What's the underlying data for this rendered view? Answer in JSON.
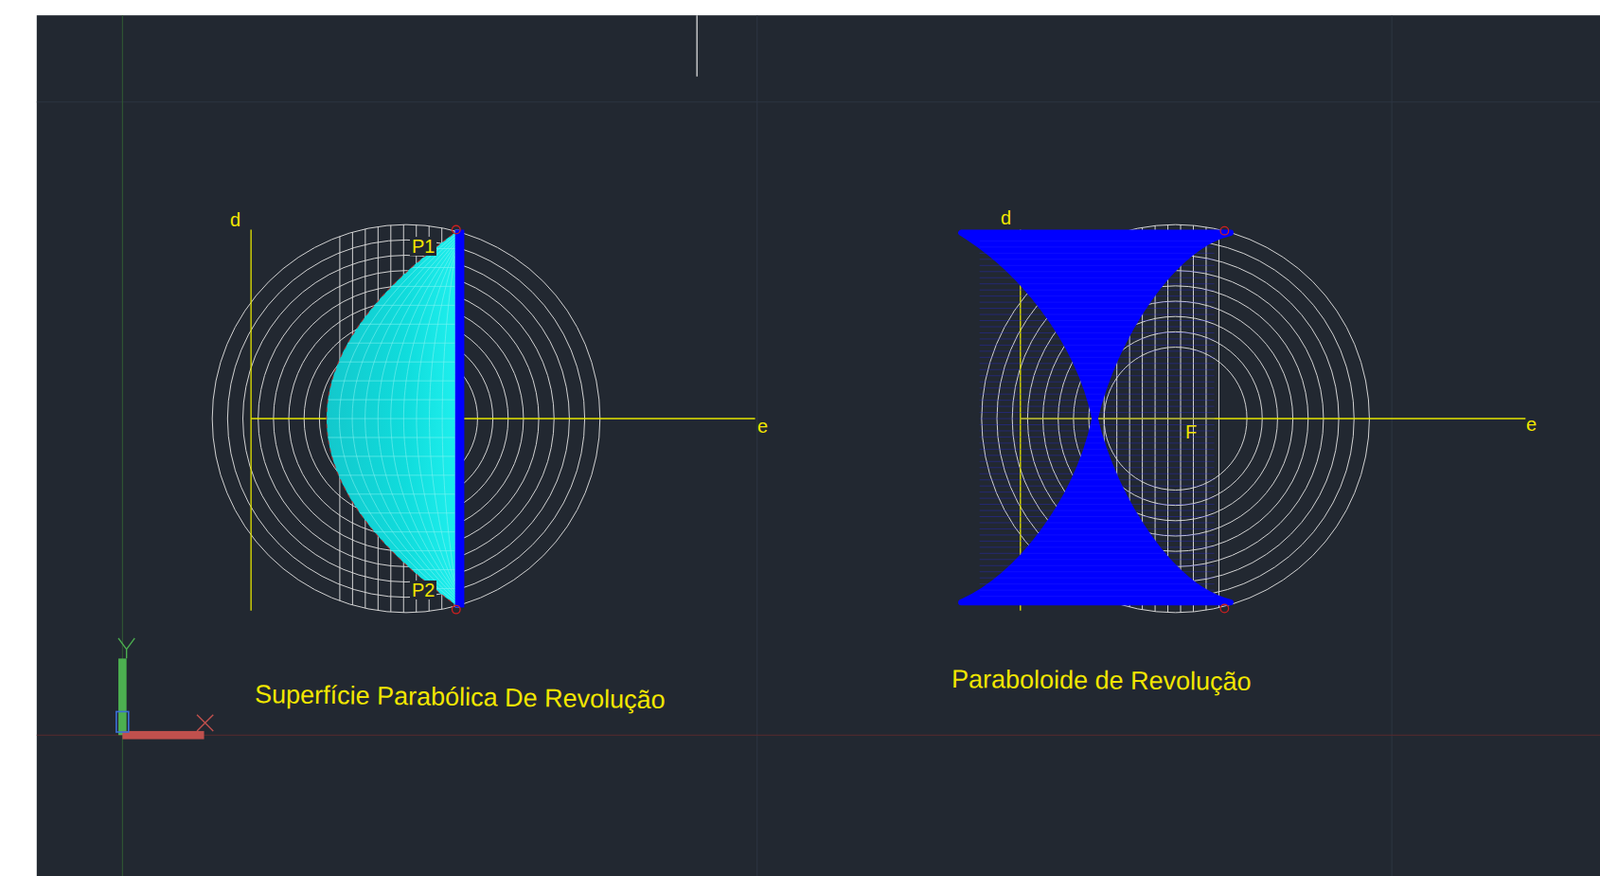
{
  "diagram": {
    "labels": [
      "d",
      "P1",
      "P2",
      "e",
      "Superfície Parabólica De Revolução",
      "d",
      "e",
      "F",
      "Paraboloide de Revolução"
    ]
  }
}
